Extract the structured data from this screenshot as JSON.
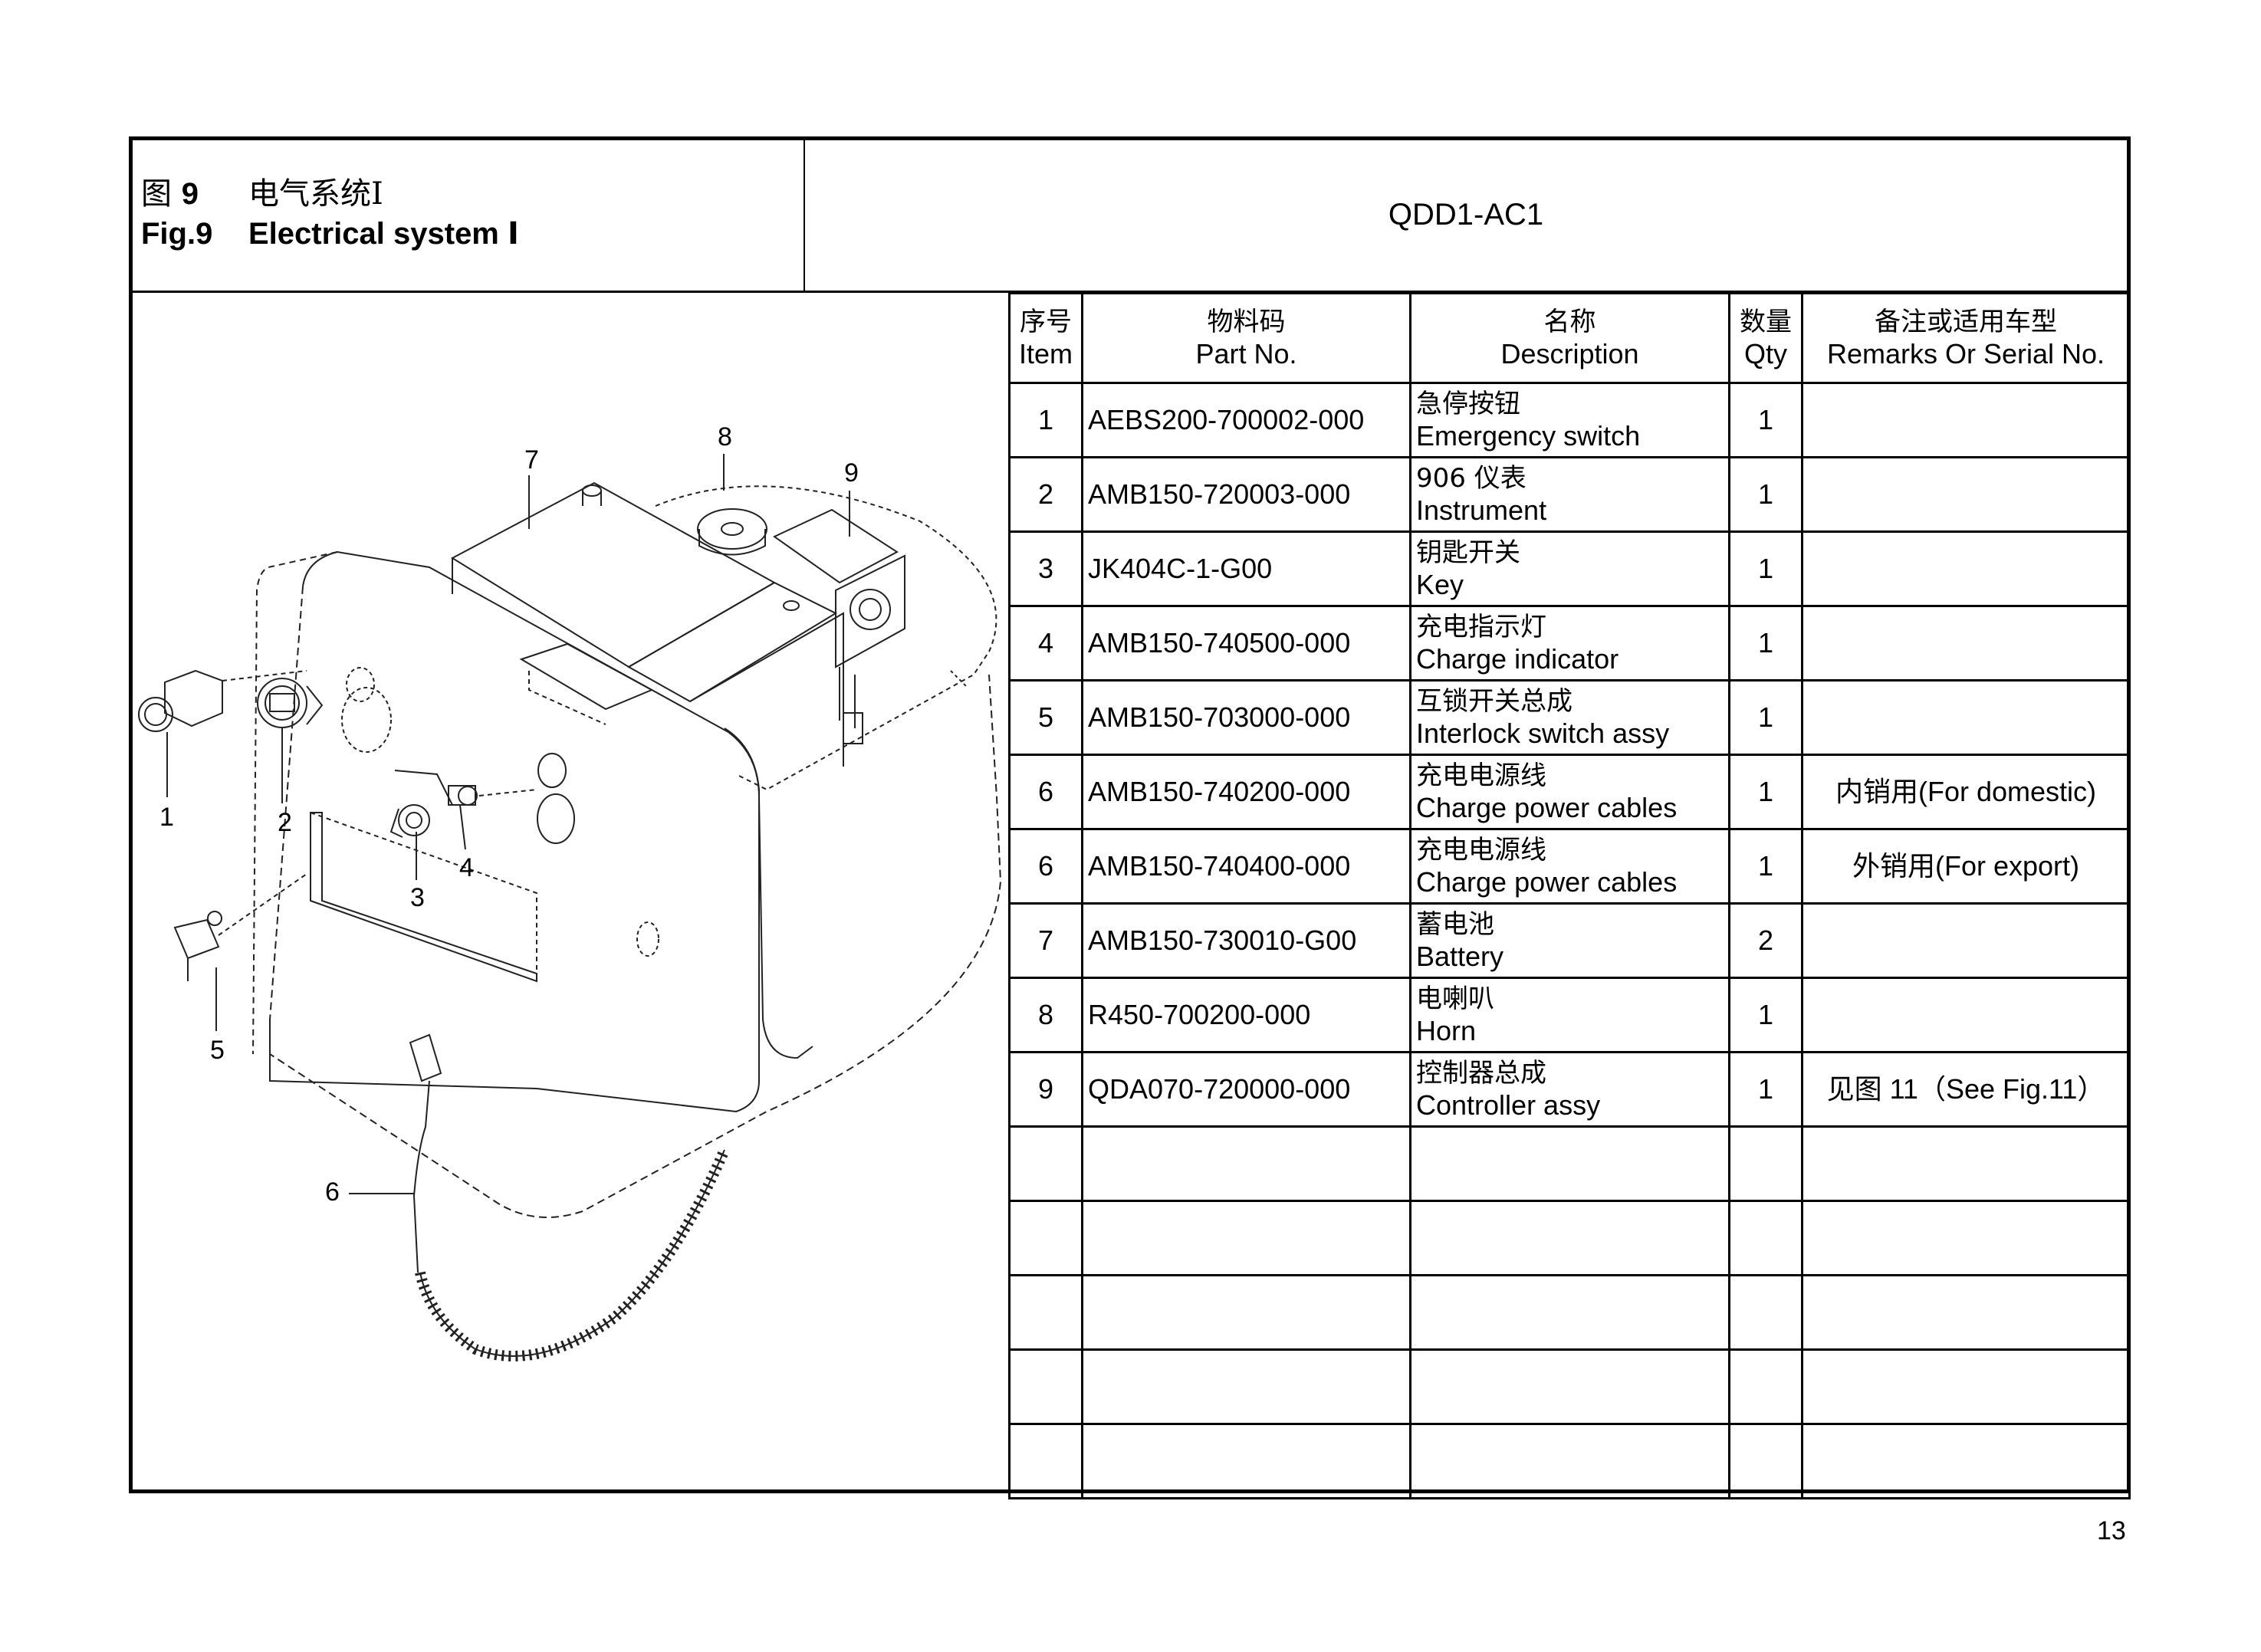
{
  "header": {
    "figure_cn_prefix": "图",
    "figure_number": "9",
    "title_cn": "电气系统Ⅰ",
    "figure_en_prefix": "Fig.9",
    "title_en": "Electrical system Ⅰ",
    "model": "QDD1-AC1"
  },
  "table": {
    "columns": [
      {
        "cn": "序号",
        "en": "Item"
      },
      {
        "cn": "物料码",
        "en": "Part No."
      },
      {
        "cn": "名称",
        "en": "Description"
      },
      {
        "cn": "数量",
        "en": "Qty"
      },
      {
        "cn": "备注或适用车型",
        "en": "Remarks Or Serial No."
      }
    ],
    "rows": [
      {
        "item": "1",
        "part_no": "AEBS200-700002-000",
        "desc_cn": "急停按钮",
        "desc_en": "Emergency switch",
        "qty": "1",
        "remarks": ""
      },
      {
        "item": "2",
        "part_no": "AMB150-720003-000",
        "desc_cn": "906 仪表",
        "desc_en": "Instrument",
        "qty": "1",
        "remarks": ""
      },
      {
        "item": "3",
        "part_no": "JK404C-1-G00",
        "desc_cn": "钥匙开关",
        "desc_en": "Key",
        "qty": "1",
        "remarks": ""
      },
      {
        "item": "4",
        "part_no": "AMB150-740500-000",
        "desc_cn": "充电指示灯",
        "desc_en": "Charge indicator",
        "qty": "1",
        "remarks": ""
      },
      {
        "item": "5",
        "part_no": "AMB150-703000-000",
        "desc_cn": "互锁开关总成",
        "desc_en": "Interlock switch assy",
        "qty": "1",
        "remarks": ""
      },
      {
        "item": "6",
        "part_no": "AMB150-740200-000",
        "desc_cn": "充电电源线",
        "desc_en": "Charge power cables",
        "qty": "1",
        "remarks": "内销用(For domestic)"
      },
      {
        "item": "6",
        "part_no": "AMB150-740400-000",
        "desc_cn": "充电电源线",
        "desc_en": "Charge power cables",
        "qty": "1",
        "remarks": "外销用(For export)"
      },
      {
        "item": "7",
        "part_no": "AMB150-730010-G00",
        "desc_cn": "蓄电池",
        "desc_en": "Battery",
        "qty": "2",
        "remarks": ""
      },
      {
        "item": "8",
        "part_no": "R450-700200-000",
        "desc_cn": "电喇叭",
        "desc_en": "Horn",
        "qty": "1",
        "remarks": ""
      },
      {
        "item": "9",
        "part_no": "QDA070-720000-000",
        "desc_cn": "控制器总成",
        "desc_en": "Controller assy",
        "qty": "1",
        "remarks": "见图 11（See Fig.11）"
      },
      {
        "item": "",
        "part_no": "",
        "desc_cn": "",
        "desc_en": "",
        "qty": "",
        "remarks": ""
      },
      {
        "item": "",
        "part_no": "",
        "desc_cn": "",
        "desc_en": "",
        "qty": "",
        "remarks": ""
      },
      {
        "item": "",
        "part_no": "",
        "desc_cn": "",
        "desc_en": "",
        "qty": "",
        "remarks": ""
      },
      {
        "item": "",
        "part_no": "",
        "desc_cn": "",
        "desc_en": "",
        "qty": "",
        "remarks": ""
      },
      {
        "item": "",
        "part_no": "",
        "desc_cn": "",
        "desc_en": "",
        "qty": "",
        "remarks": ""
      }
    ]
  },
  "diagram": {
    "callouts": [
      "1",
      "2",
      "3",
      "4",
      "5",
      "6",
      "7",
      "8",
      "9"
    ]
  },
  "footer": {
    "page_number": "13"
  }
}
